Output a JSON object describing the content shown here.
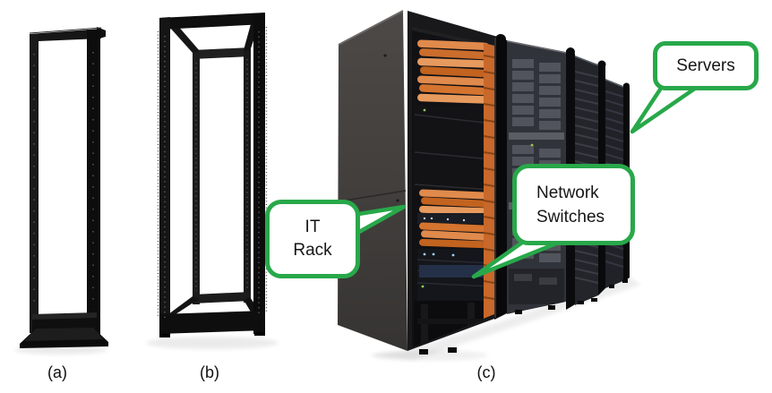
{
  "figure_labels": {
    "a": "(a)",
    "b": "(b)",
    "c": "(c)"
  },
  "callouts": {
    "servers": {
      "label": "Servers"
    },
    "it_rack": {
      "line1": "IT",
      "line2": "Rack"
    },
    "network_switches": {
      "line1": "Network",
      "line2": "Switches"
    }
  },
  "colors": {
    "callout_green": "#28a84a",
    "callout_fill": "#ffffff",
    "text_black": "#161616",
    "rack_black": "#141414",
    "cabinet_gray": "#44413f",
    "cable_orange": "#d8792f",
    "background": "#ffffff"
  }
}
